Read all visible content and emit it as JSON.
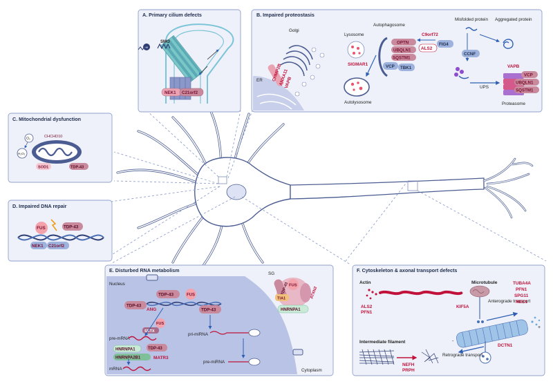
{
  "panels": {
    "a": {
      "title": "A. Primary cilium defects",
      "smo": "SMO",
      "hh": "HH",
      "genes": [
        "NEK1",
        "C21orf2"
      ]
    },
    "b": {
      "title": "B. Impaired proteostasis",
      "golgi": "Golgi",
      "er": "ER",
      "lysosome": "Lysosome",
      "autophagosome": "Autophagosome",
      "autolysosome": "Autolysosome",
      "misfolded": "Misfolded protein",
      "aggregated": "Aggregated protein",
      "ups": "UPS",
      "proteasome": "Proteasome",
      "genes_er": [
        "CHMP2B",
        "ANXA11",
        "VAPB"
      ],
      "sigmar1": "SIGMAR1",
      "autophago_genes": [
        "OPTN",
        "UBQLN1",
        "SQSTM1"
      ],
      "c9": "C9orf72",
      "als2": "ALS2",
      "fig4": "FIG4",
      "vcp": "VCP",
      "tbk1": "TBK1",
      "ccnf": "CCNF",
      "proteasome_genes": [
        "VAPB",
        "VCP",
        "UBQLN1",
        "SQSTM1"
      ]
    },
    "c": {
      "title": "C. Mitochondrial dysfunction",
      "o2": "O₂",
      "h2o2": "H₂O₂",
      "chchd10": "CHCHD10",
      "sod1": "SOD1",
      "tdp43": "TDP-43"
    },
    "d": {
      "title": "D. Impaired DNA repair",
      "fus": "FUS",
      "tdp43": "TDP-43",
      "nek1": "NEK1",
      "c21orf2": "C21orf2"
    },
    "e": {
      "title": "E. Disturbed RNA metabolism",
      "nucleus": "Nucleus",
      "cytoplasm": "Cytoplasm",
      "sg": "SG",
      "tdp43": "TDP-43",
      "fus": "FUS",
      "ang": "ANG",
      "setx": "SETX",
      "pre_mrna": "pre-mRNA",
      "mrna": "mRNA",
      "pri_mirna": "pri-miRNA",
      "pre_mirna": "pre-miRNA",
      "hnrnpa1": "HNRNPA1",
      "hnrnpa2b1": "HNRNPA2B1",
      "matr3": "MATR3",
      "sg_tdp43": "TDP-43",
      "sg_fus": "FUS",
      "tia1": "TIA1",
      "atxn2": "ATXN2",
      "sg_hnrnpa1": "HNRNPA1"
    },
    "f": {
      "title": "F. Cytoskeleton & axonal transport defects",
      "actin": "Actin",
      "actin_genes": [
        "ALS2",
        "PFN1"
      ],
      "microtubule": "Microtubule",
      "kif5a": "KIF5A",
      "anterograde": "Anterograde transport",
      "retrograde": "Retrograde transport",
      "dctn1": "DCTN1",
      "mt_genes": [
        "TUBA4A",
        "PFN1",
        "SPG11",
        "NEK1"
      ],
      "intermediate": "Intermediate filament",
      "if_genes": [
        "NEFH",
        "PRPH"
      ],
      "plus": "+",
      "minus": "-"
    }
  },
  "colors": {
    "panel_fill": "#eef1f9",
    "panel_border": "#8fa0cc",
    "neuron_fill": "#ffffff",
    "neuron_stroke": "#4a5c92",
    "gene_red": "#c0123a",
    "pill_pink": "#e9a3b3",
    "pill_mauve": "#c98a9d",
    "pill_blue": "#9db3de",
    "nucleus_fill": "#b9c3e6"
  }
}
